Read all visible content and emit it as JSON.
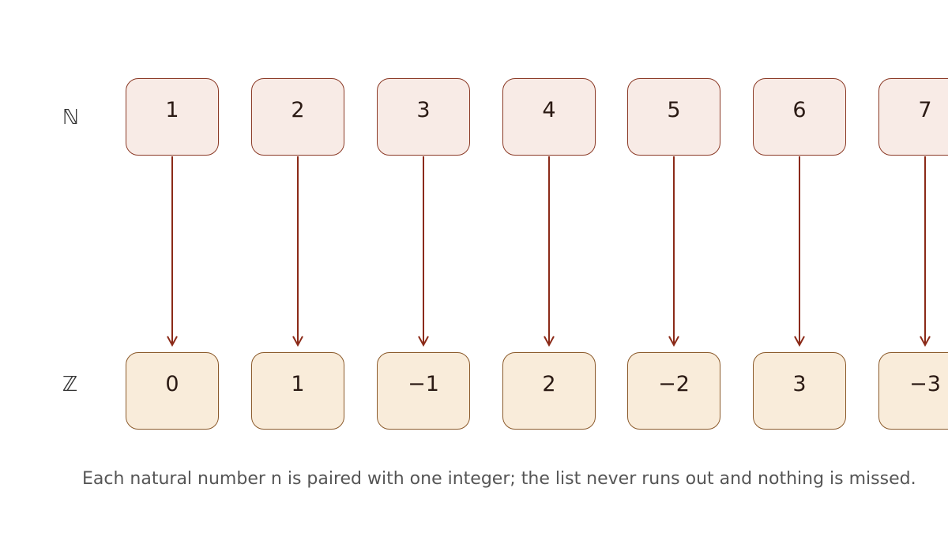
{
  "rows": {
    "naturals_symbol": "ℕ",
    "integers_symbol": "ℤ"
  },
  "naturals": [
    "1",
    "2",
    "3",
    "4",
    "5",
    "6",
    "7"
  ],
  "integers": [
    "0",
    "1",
    "−1",
    "2",
    "−2",
    "3",
    "−3"
  ],
  "caption": "Each natural number n is paired with one integer; the list never runs out and nothing is missed.",
  "colors": {
    "naturals_fill": "#f8ebe6",
    "integers_fill": "#f9ecda",
    "arrow": "#8b2a18"
  }
}
